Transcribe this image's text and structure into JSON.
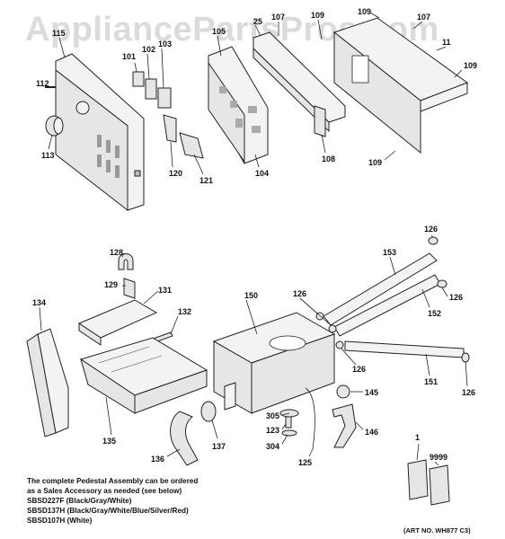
{
  "watermark": "AppliancePartsPros.com",
  "callouts": {
    "c115": "115",
    "c101": "101",
    "c102": "102",
    "c103": "103",
    "c105": "105",
    "c25": "25",
    "c107a": "107",
    "c109a": "109",
    "c109b": "109",
    "c107b": "107",
    "c11": "11",
    "c109c": "109",
    "c112": "112",
    "c113": "113",
    "c120": "120",
    "c121": "121",
    "c104": "104",
    "c108": "108",
    "c109d": "109",
    "c126a": "126",
    "c128": "128",
    "c153": "153",
    "c129": "129",
    "c131": "131",
    "c134": "134",
    "c150": "150",
    "c126b": "126",
    "c126c": "126",
    "c132": "132",
    "c152": "152",
    "c126d": "126",
    "c151": "151",
    "c126e": "126",
    "c145": "145",
    "c135": "135",
    "c305": "305",
    "c123": "123",
    "c146": "146",
    "c304": "304",
    "c137": "137",
    "c136": "136",
    "c125": "125",
    "c1": "1",
    "c9999": "9999"
  },
  "note": {
    "line1": "The complete Pedestal Assembly can be ordered",
    "line2": "as a Sales Accessory as needed (see below)",
    "line3": "SBSD227F (Black/Gray/White)",
    "line4": "SBSD137H (Black/Gray/White/Blue/Silver/Red)",
    "line5": "SBSD107H (White)"
  },
  "art_number": "(ART NO. WH877 C3)"
}
